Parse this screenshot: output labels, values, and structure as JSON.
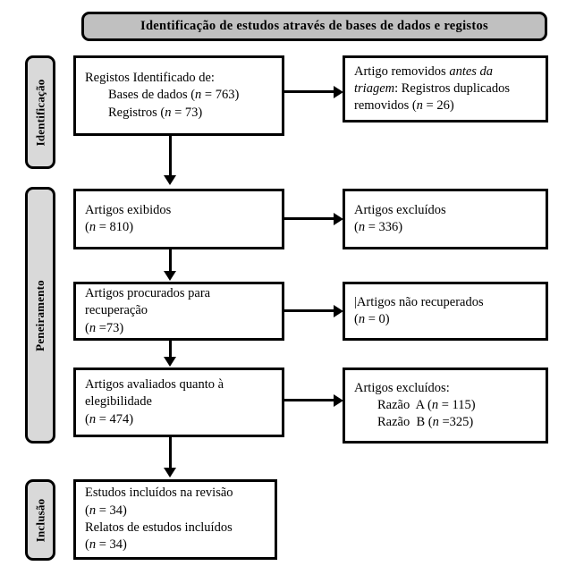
{
  "banner": {
    "label": "Identificação  de  estudos  através  de  bases de  dados  e registos"
  },
  "stages": [
    {
      "key": "identificacao",
      "label": "Identificação"
    },
    {
      "key": "peneiramento",
      "label": "Peneiramento"
    },
    {
      "key": "inclusao",
      "label": "Inclusão"
    }
  ],
  "boxes": {
    "records_identified": {
      "l1": "Registos Identificado de:",
      "l2": "Bases de dados (",
      "l2n": "n",
      "l2v": " = 763)",
      "l3": "Registros (",
      "l3n": "n",
      "l3v": " = 73)"
    },
    "records_removed": {
      "l1a": "Artigo removidos ",
      "l1b": "antes da",
      "l2a": "triagem",
      "l2b": ": Registros duplicados",
      "l3a": "removidos (",
      "l3n": "n",
      "l3b": " = 26)"
    },
    "records_screened": {
      "l1": "Artigos exibidos",
      "l2a": "(",
      "l2n": "n",
      "l2b": " = 810)"
    },
    "records_excluded": {
      "l1": "Artigos excluídos",
      "l2a": "(",
      "l2n": "n",
      "l2b": " = 336)"
    },
    "reports_sought": {
      "l1": "Artigos procurados para",
      "l2": "recuperação",
      "l3a": "(",
      "l3n": "n",
      "l3b": " =73)"
    },
    "reports_not_retrieved": {
      "l1": "|Artigos não recuperados",
      "l2a": "(",
      "l2n": "n",
      "l2b": " = 0)"
    },
    "reports_assessed": {
      "l1": "Artigos avaliados quanto à",
      "l2": "elegibilidade",
      "l3a": "(",
      "l3n": "n",
      "l3b": " = 474)"
    },
    "reports_excluded": {
      "l1": "Artigos excluídos:",
      "l2a": "Razão  A (",
      "l2n": "n",
      "l2b": " = 115)",
      "l3a": "Razão  B (",
      "l3n": "n",
      "l3b": " =325)"
    },
    "studies_included": {
      "l1": "Estudos incluídos na revisão",
      "l2a": "(",
      "l2n": "n",
      "l2b": " = 34)",
      "l3": "Relatos de estudos incluídos",
      "l4a": "(",
      "l4n": "n",
      "l4b": " = 34)"
    }
  },
  "colors": {
    "banner_fill": "#c0c0c0",
    "stage_fill": "#d9d9d9",
    "stroke": "#000000",
    "box_fill": "#ffffff"
  }
}
